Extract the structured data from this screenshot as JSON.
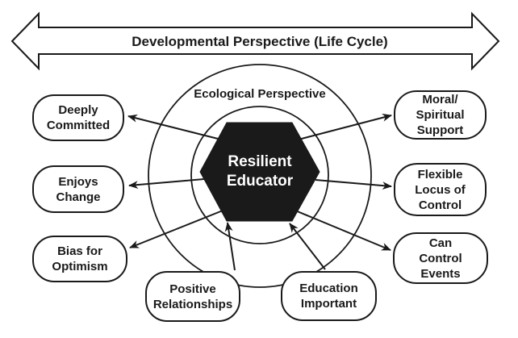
{
  "figure": {
    "colors": {
      "ink": "#1a1a1a",
      "background": "#ffffff",
      "center_fill": "#1a1a1a",
      "center_text": "#ffffff",
      "node_fill": "#ffffff"
    },
    "developmental_arrow": {
      "label": "Developmental Perspective (Life Cycle)",
      "shape": "double-headed-arrow"
    },
    "ecological_circle": {
      "label": "Ecological Perspective"
    },
    "center_node": {
      "label": "Resilient\nEducator",
      "shape": "hexagon"
    },
    "nodes": [
      {
        "id": "deeply-committed",
        "label": "Deeply\nCommitted",
        "arrow_direction": "outward-from-center"
      },
      {
        "id": "enjoys-change",
        "label": "Enjoys\nChange",
        "arrow_direction": "outward-from-center"
      },
      {
        "id": "bias-for-optimism",
        "label": "Bias for\nOptimism",
        "arrow_direction": "outward-from-center"
      },
      {
        "id": "positive-relationships",
        "label": "Positive\nRelationships",
        "arrow_direction": "inward-to-center"
      },
      {
        "id": "education-important",
        "label": "Education\nImportant",
        "arrow_direction": "inward-to-center"
      },
      {
        "id": "can-control-events",
        "label": "Can\nControl\nEvents",
        "arrow_direction": "outward-from-center"
      },
      {
        "id": "flexible-locus-of-control",
        "label": "Flexible\nLocus of\nControl",
        "arrow_direction": "outward-from-center"
      },
      {
        "id": "moral-spiritual-support",
        "label": "Moral/\nSpiritual\nSupport",
        "arrow_direction": "outward-from-center"
      }
    ]
  }
}
